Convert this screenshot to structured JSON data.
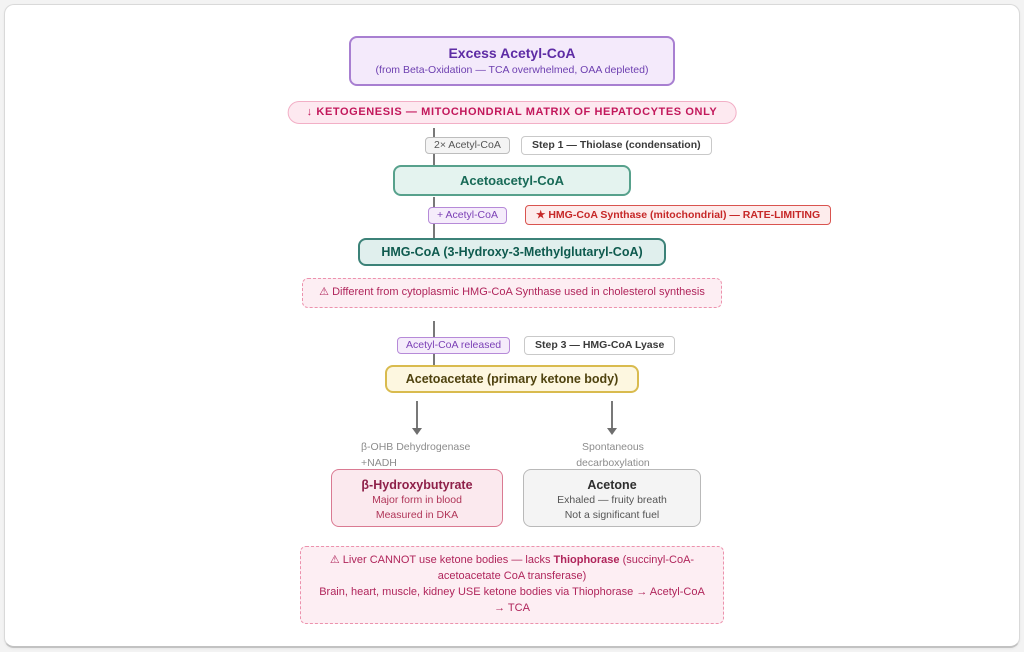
{
  "header": {
    "title": "Excess Acetyl-CoA",
    "subtitle": "(from Beta-Oxidation — TCA overwhelmed, OAA depleted)"
  },
  "banner": {
    "label": "↓ KETOGENESIS — MITOCHONDRIAL MATRIX OF HEPATOCYTES ONLY"
  },
  "step1": {
    "substrate": "2× Acetyl-CoA",
    "enzyme": "Step 1 — Thiolase (condensation)"
  },
  "step2": {
    "substrate": "+ Acetyl-CoA",
    "enzyme": "★ HMG-CoA Synthase (mitochondrial) — RATE-LIMITING"
  },
  "step3": {
    "substrate": "Acetyl-CoA released",
    "enzyme": "Step 3 — HMG-CoA Lyase"
  },
  "nodes": {
    "acetoacetyl": "Acetoacetyl-CoA",
    "hmg": "HMG-CoA (3-Hydroxy-3-Methylglutaryl-CoA)",
    "acetoacetate": "Acetoacetate (primary ketone body)"
  },
  "warning_cytoplasmic": "⚠ Different from cytoplasmic HMG-CoA Synthase used in cholesterol synthesis",
  "branches": {
    "left_line1": "β-OHB Dehydrogenase",
    "left_line2": "+NADH",
    "right_line1": "Spontaneous",
    "right_line2": "decarboxylation"
  },
  "bhb": {
    "title": "β-Hydroxybutyrate",
    "line1": "Major form in blood",
    "line2": "Measured in DKA"
  },
  "acetone": {
    "title": "Acetone",
    "line1": "Exhaled — fruity breath",
    "line2": "Not a significant fuel"
  },
  "warning_liver": {
    "part1": "⚠ Liver CANNOT use ketone bodies — lacks ",
    "bold": "Thiophorase",
    "part2": " (succinyl-CoA-acetoacetate CoA transferase)",
    "line2": "Brain, heart, muscle, kidney USE ketone bodies via Thiophorase → Acetyl-CoA → TCA"
  },
  "colors": {
    "purple_accent": "#5e2ca5",
    "pink_accent": "#c2185b",
    "teal_accent": "#186a57",
    "red_accent": "#c62828",
    "yellow_accent": "#d9bb4e",
    "arrow_gray": "#787878"
  }
}
